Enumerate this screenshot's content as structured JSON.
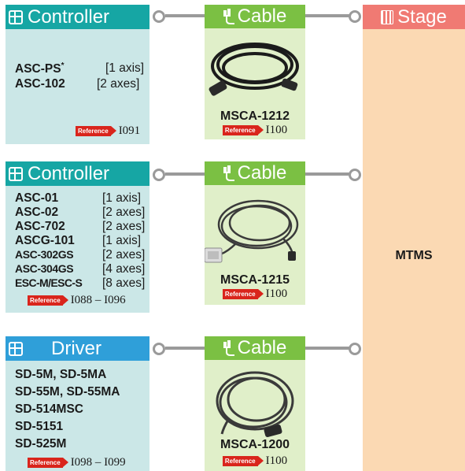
{
  "stage": {
    "title": "Stage",
    "model": "MTMS"
  },
  "reference_tag": "Reference",
  "blocks": [
    {
      "type_label": "Controller",
      "models": [
        {
          "name": "ASC-PS",
          "mark": "*",
          "axes": "[1 axis]"
        },
        {
          "name": "ASC-102",
          "mark": "",
          "axes": "[2 axes]"
        }
      ],
      "reference": "I091",
      "cable": {
        "title": "Cable",
        "model": "MSCA-1212",
        "reference": "I100"
      }
    },
    {
      "type_label": "Controller",
      "models": [
        {
          "name": "ASC-01",
          "axes": "[1 axis]"
        },
        {
          "name": "ASC-02",
          "axes": "[2 axes]"
        },
        {
          "name": "ASC-702",
          "axes": "[2 axes]"
        },
        {
          "name": "ASCG-101",
          "axes": "[1 axis]"
        },
        {
          "name": "ASC-302GS",
          "axes": "[2 axes]"
        },
        {
          "name": "ASC-304GS",
          "axes": "[4 axes]"
        },
        {
          "name": "ESC-M/ESC-S",
          "axes": "[8 axes]"
        }
      ],
      "reference": "I088 – I096",
      "cable": {
        "title": "Cable",
        "model": "MSCA-1215",
        "reference": "I100"
      }
    },
    {
      "type_label": "Driver",
      "models": [
        {
          "name": "SD-5M, SD-5MA"
        },
        {
          "name": "SD-55M, SD-55MA"
        },
        {
          "name": "SD-514MSC"
        },
        {
          "name": "SD-5151"
        },
        {
          "name": "SD-525M"
        }
      ],
      "reference": "I098 – I099",
      "cable": {
        "title": "Cable",
        "model": "MSCA-1200",
        "reference": "I100"
      }
    }
  ],
  "colors": {
    "controller_header": "#16a6a4",
    "controller_body": "#cbe7e7",
    "driver_header": "#2f9fd9",
    "cable_header": "#7bc043",
    "cable_body": "#e0efc9",
    "stage_header": "#f07a73",
    "stage_body": "#fbd9b3",
    "reference_tag": "#d9251c",
    "connector": "#9a9a9a"
  },
  "icons": {
    "controller": "grid-icon",
    "driver": "grid-icon",
    "cable": "plug-icon",
    "stage": "stage-icon",
    "connector": "ring-connector-icon"
  }
}
